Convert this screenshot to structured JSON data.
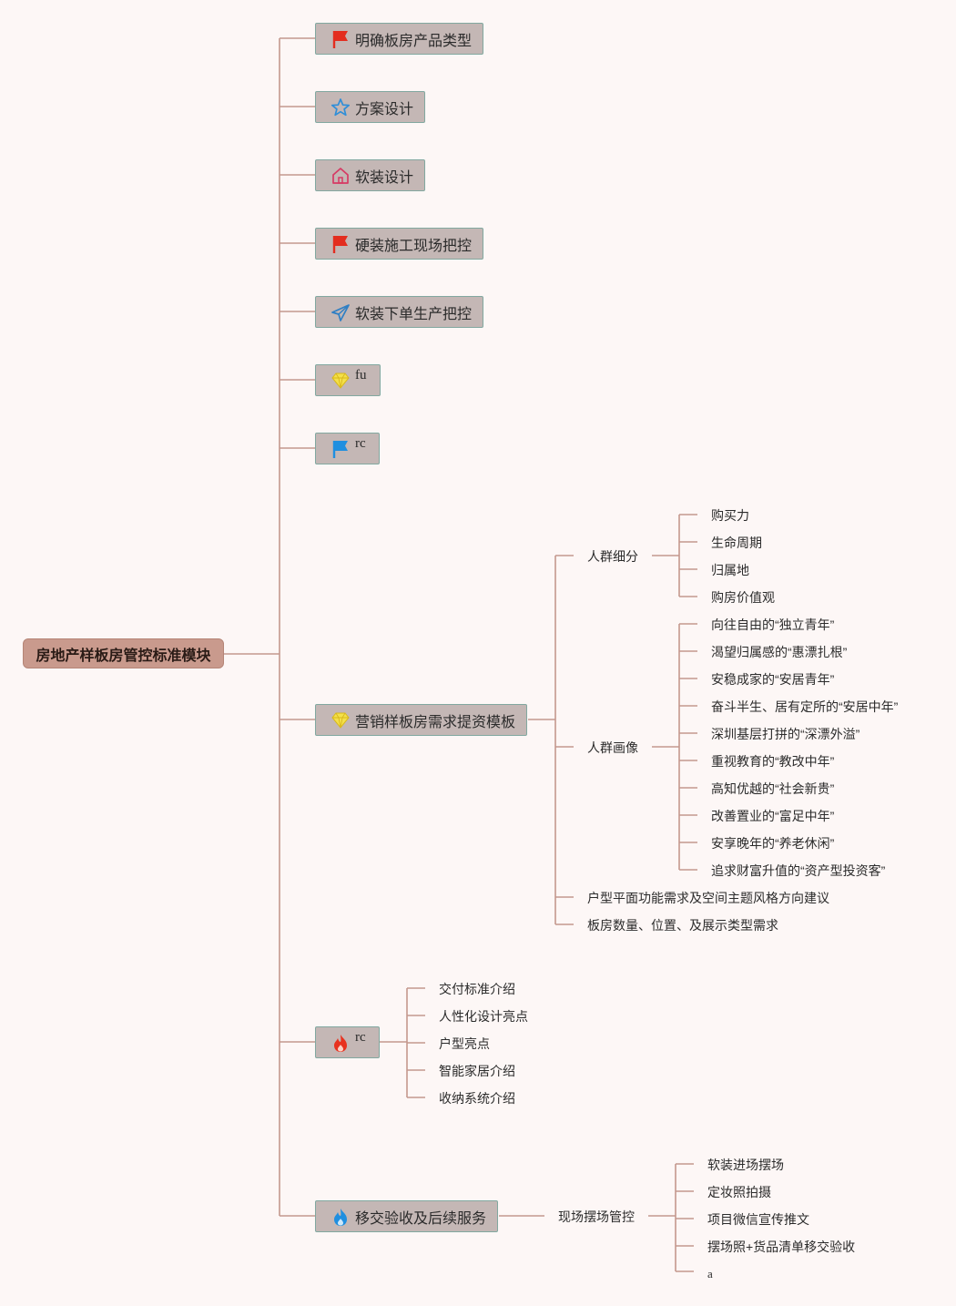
{
  "root": {
    "label": "房地产样板房管控标准模块"
  },
  "branches": [
    {
      "label": "明确板房产品类型",
      "icon": "red-flag-icon"
    },
    {
      "label": "方案设计",
      "icon": "star-outline-icon"
    },
    {
      "label": "软装设计",
      "icon": "home-outline-icon"
    },
    {
      "label": "硬装施工现场把控",
      "icon": "red-flag-icon"
    },
    {
      "label": "软装下单生产把控",
      "icon": "paper-plane-icon"
    },
    {
      "label": "fu",
      "icon": "diamond-icon"
    },
    {
      "label": "rc",
      "icon": "blue-flag-icon"
    },
    {
      "label": "营销样板房需求提资模板",
      "icon": "diamond-icon"
    },
    {
      "label": "rc",
      "icon": "red-fire-icon"
    },
    {
      "label": "移交验收及后续服务",
      "icon": "blue-fire-icon"
    }
  ],
  "marketing": {
    "segments": {
      "label": "人群细分",
      "items": [
        "购买力",
        "生命周期",
        "归属地",
        "购房价值观"
      ]
    },
    "portraits": {
      "label": "人群画像",
      "items": [
        "向往自由的“独立青年”",
        "渴望归属感的“惠漂扎根”",
        "安稳成家的“安居青年”",
        "奋斗半生、居有定所的“安居中年”",
        "深圳基层打拼的“深漂外溢”",
        "重视教育的“教改中年”",
        "高知优越的“社会新贵”",
        "改善置业的“富足中年”",
        "安享晚年的“养老休闲”",
        "追求财富升值的“资产型投资客”"
      ]
    },
    "floorplan": "户型平面功能需求及空间主题风格方向建议",
    "quantity": "板房数量、位置、及展示类型需求"
  },
  "rc_items": [
    "交付标准介绍",
    "人性化设计亮点",
    "户型亮点",
    "智能家居介绍",
    "收纳系统介绍"
  ],
  "handover": {
    "label": "现场摆场管控",
    "items": [
      "软装进场摆场",
      "定妆照拍摄",
      "项目微信宣传推文",
      "摆场照+货品清单移交验收",
      "a"
    ]
  },
  "colors": {
    "background": "#fdf7f6",
    "connector": "#c4988e",
    "root_fill": "#c99a8d",
    "node_fill": "#c4b7b5",
    "node_border": "#82a8a0"
  }
}
